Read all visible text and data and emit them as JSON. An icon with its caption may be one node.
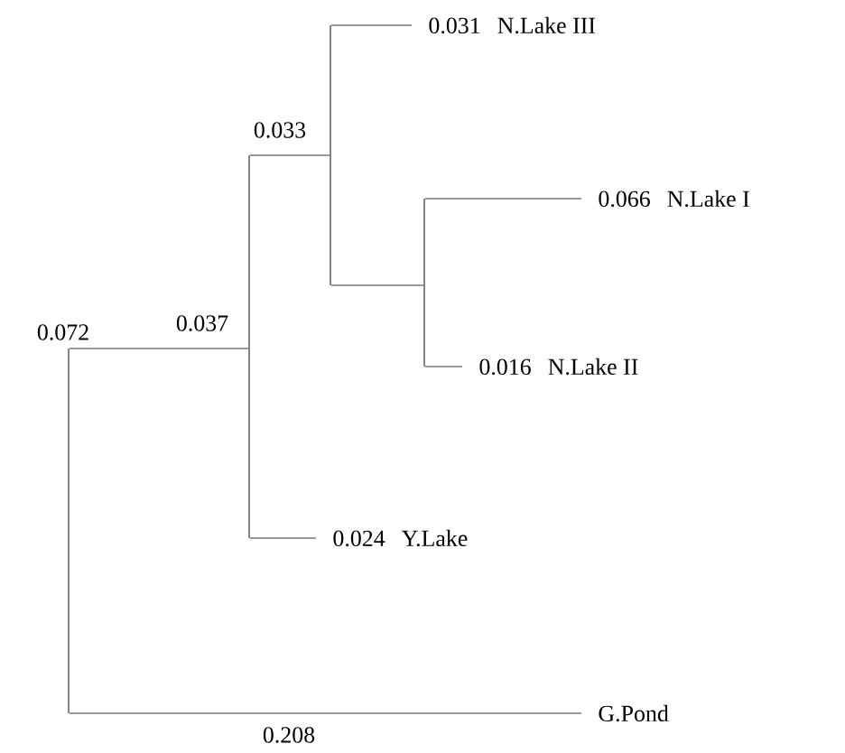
{
  "diagram": {
    "nodes": [
      {
        "text": [],
        "shape": "bar",
        "beside": [
          "0.072"
        ]
      },
      {
        "text": [],
        "shape": "bar"
      },
      {
        "text": [],
        "shape": "bar"
      },
      {
        "text": [
          "0.031",
          "N.Lake III"
        ]
      },
      {
        "text": [],
        "shape": "bar"
      },
      {
        "text": [
          "0.066",
          "N.Lake I"
        ]
      },
      {
        "text": [
          "0.016",
          "N.Lake II"
        ]
      },
      {
        "text": [
          "0.024",
          "Y.Lake"
        ]
      },
      {
        "text": [
          "G.Pond"
        ]
      }
    ],
    "edges": [
      {
        "from": 0,
        "to": 1,
        "arrow": "none",
        "label": "0.037"
      },
      {
        "from": 0,
        "to": 8,
        "arrow": "none",
        "label": "0.208"
      },
      {
        "from": 1,
        "to": 2,
        "arrow": "none",
        "label": "0.033"
      },
      {
        "from": 1,
        "to": 7,
        "arrow": "none"
      },
      {
        "from": 2,
        "to": 3,
        "arrow": "none"
      },
      {
        "from": 2,
        "to": 4,
        "arrow": "none"
      },
      {
        "from": 4,
        "to": 5,
        "arrow": "none"
      },
      {
        "from": 4,
        "to": 6,
        "arrow": "none"
      }
    ]
  }
}
